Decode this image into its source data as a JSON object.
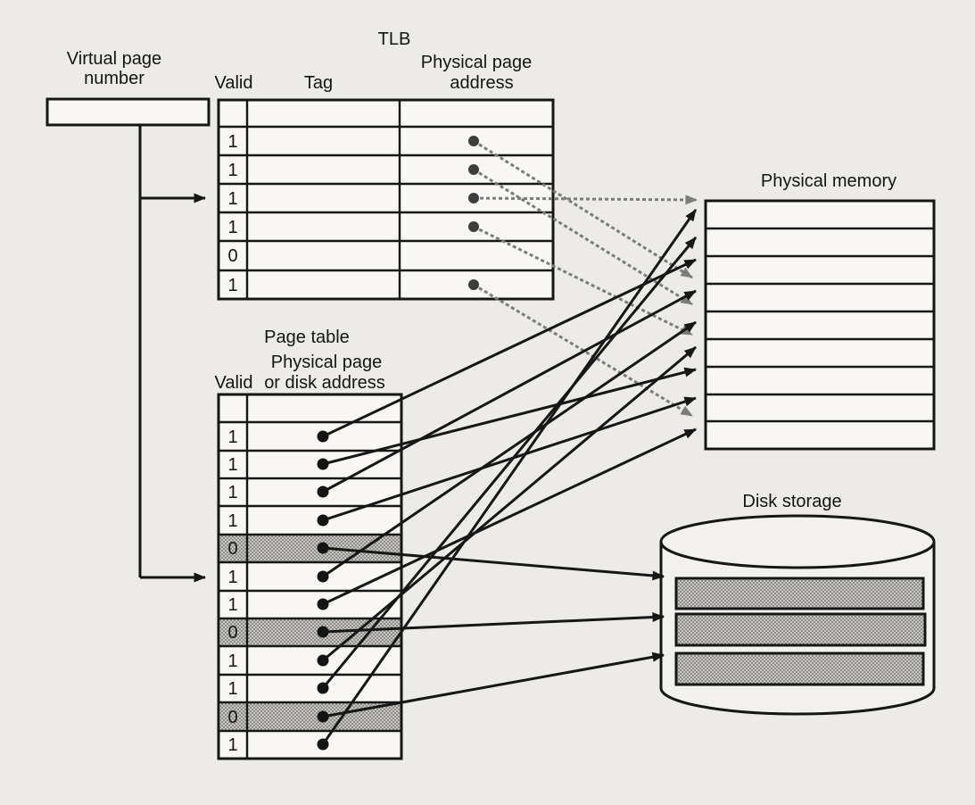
{
  "figure": {
    "description": "TLB and page table translation diagram: virtual page number indexes a TLB and a page table; valid entries point to physical memory pages, invalid page-table entries point to disk storage blocks"
  },
  "virtual_page_number": {
    "label_line1": "Virtual page",
    "label_line2": "number"
  },
  "tlb": {
    "title": "TLB",
    "col_valid": "Valid",
    "col_tag": "Tag",
    "col_addr_line1": "Physical page",
    "col_addr_line2": "address",
    "rows": [
      {
        "valid": "1"
      },
      {
        "valid": "1"
      },
      {
        "valid": "1"
      },
      {
        "valid": "1"
      },
      {
        "valid": "0"
      },
      {
        "valid": "1"
      }
    ],
    "indexed_row": 3
  },
  "page_table": {
    "title": "Page table",
    "header_valid": "Valid",
    "header_addr_line1": "Physical page",
    "header_addr_line2": "or disk address",
    "rows": [
      {
        "valid": "1",
        "shaded": false
      },
      {
        "valid": "1",
        "shaded": false
      },
      {
        "valid": "1",
        "shaded": false
      },
      {
        "valid": "1",
        "shaded": false
      },
      {
        "valid": "0",
        "shaded": true
      },
      {
        "valid": "1",
        "shaded": false
      },
      {
        "valid": "1",
        "shaded": false
      },
      {
        "valid": "0",
        "shaded": true
      },
      {
        "valid": "1",
        "shaded": false
      },
      {
        "valid": "1",
        "shaded": false
      },
      {
        "valid": "0",
        "shaded": true
      },
      {
        "valid": "1",
        "shaded": false
      }
    ],
    "indexed_row": 6
  },
  "physical_memory": {
    "title": "Physical memory",
    "row_count": 9
  },
  "disk": {
    "title": "Disk storage",
    "block_count": 3
  },
  "connections": {
    "tlb_to_memory": [
      {
        "tlb_row": 1,
        "memory_row": 4
      },
      {
        "tlb_row": 2,
        "memory_row": 5
      },
      {
        "tlb_row": 3,
        "memory_row": 1
      },
      {
        "tlb_row": 4,
        "memory_row": 6
      },
      {
        "tlb_row": 6,
        "memory_row": 9
      }
    ],
    "page_table_to_memory": [
      {
        "pt_row": 1,
        "memory_row": 3
      },
      {
        "pt_row": 2,
        "memory_row": 7
      },
      {
        "pt_row": 3,
        "memory_row": 4
      },
      {
        "pt_row": 4,
        "memory_row": 8
      },
      {
        "pt_row": 6,
        "memory_row": 5
      },
      {
        "pt_row": 7,
        "memory_row": 9
      },
      {
        "pt_row": 9,
        "memory_row": 6
      },
      {
        "pt_row": 10,
        "memory_row": 2
      },
      {
        "pt_row": 12,
        "memory_row": 1
      }
    ],
    "page_table_to_disk": [
      {
        "pt_row": 5,
        "disk_block": 1
      },
      {
        "pt_row": 8,
        "disk_block": 2
      },
      {
        "pt_row": 11,
        "disk_block": 3
      }
    ]
  },
  "colors": {
    "background": "#edebe8",
    "cell_fill": "#f8f7f4",
    "line_black": "#161616",
    "shaded_row_gray": "#b0aeab",
    "tlb_arrow_gray": "#7b7b7b"
  }
}
